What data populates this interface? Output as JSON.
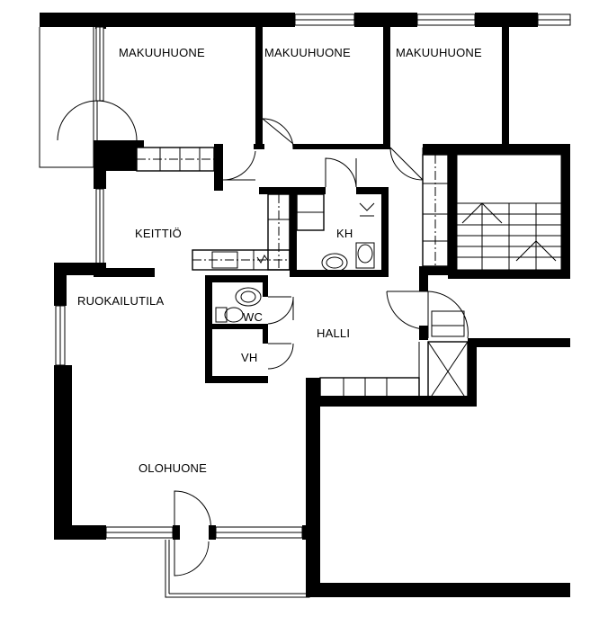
{
  "rooms": {
    "bedroom_1": "MAKUUHUONE",
    "bedroom_2": "MAKUUHUONE",
    "bedroom_3": "MAKUUHUONE",
    "kitchen": "KEITTIÖ",
    "dining": "RUOKAILUTILA",
    "bathroom": "KH",
    "toilet": "WC",
    "closet": "VH",
    "hall": "HALLI",
    "living_room": "OLOHUONE"
  },
  "colors": {
    "wall": "#000000",
    "background": "#ffffff"
  }
}
